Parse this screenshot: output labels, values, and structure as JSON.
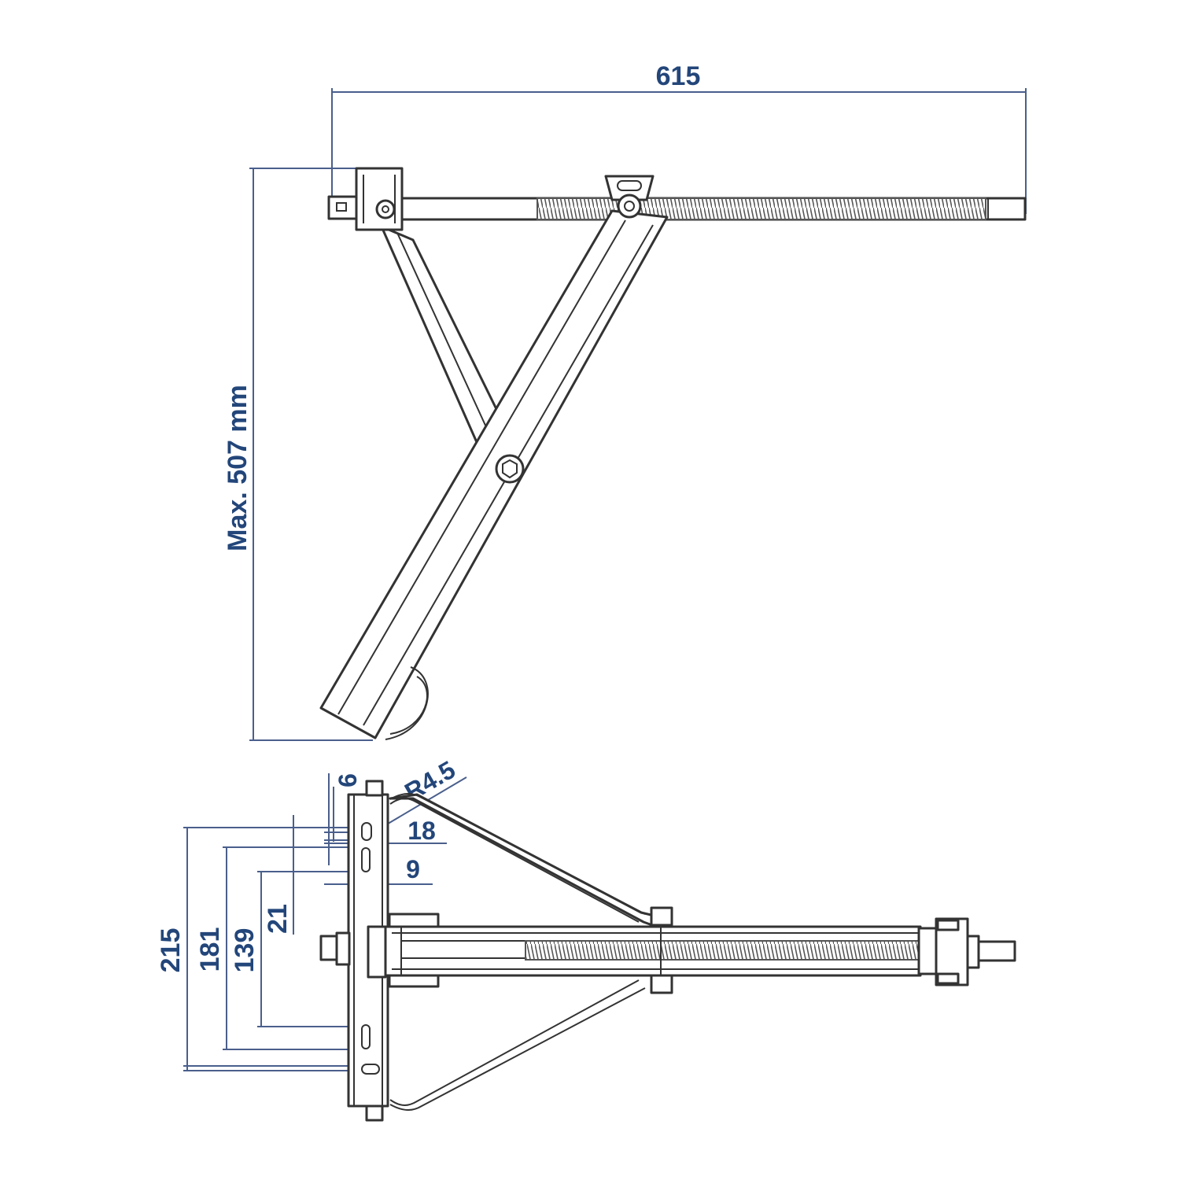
{
  "dimensions": {
    "width": "615",
    "max_height": "Max. 507 mm",
    "d215": "215",
    "d181": "181",
    "d139": "139",
    "d21": "21",
    "d6": "6",
    "r45": "R4.5",
    "d18": "18",
    "d9": "9"
  },
  "colors": {
    "dimension": "#23467a",
    "outline": "#333333"
  }
}
